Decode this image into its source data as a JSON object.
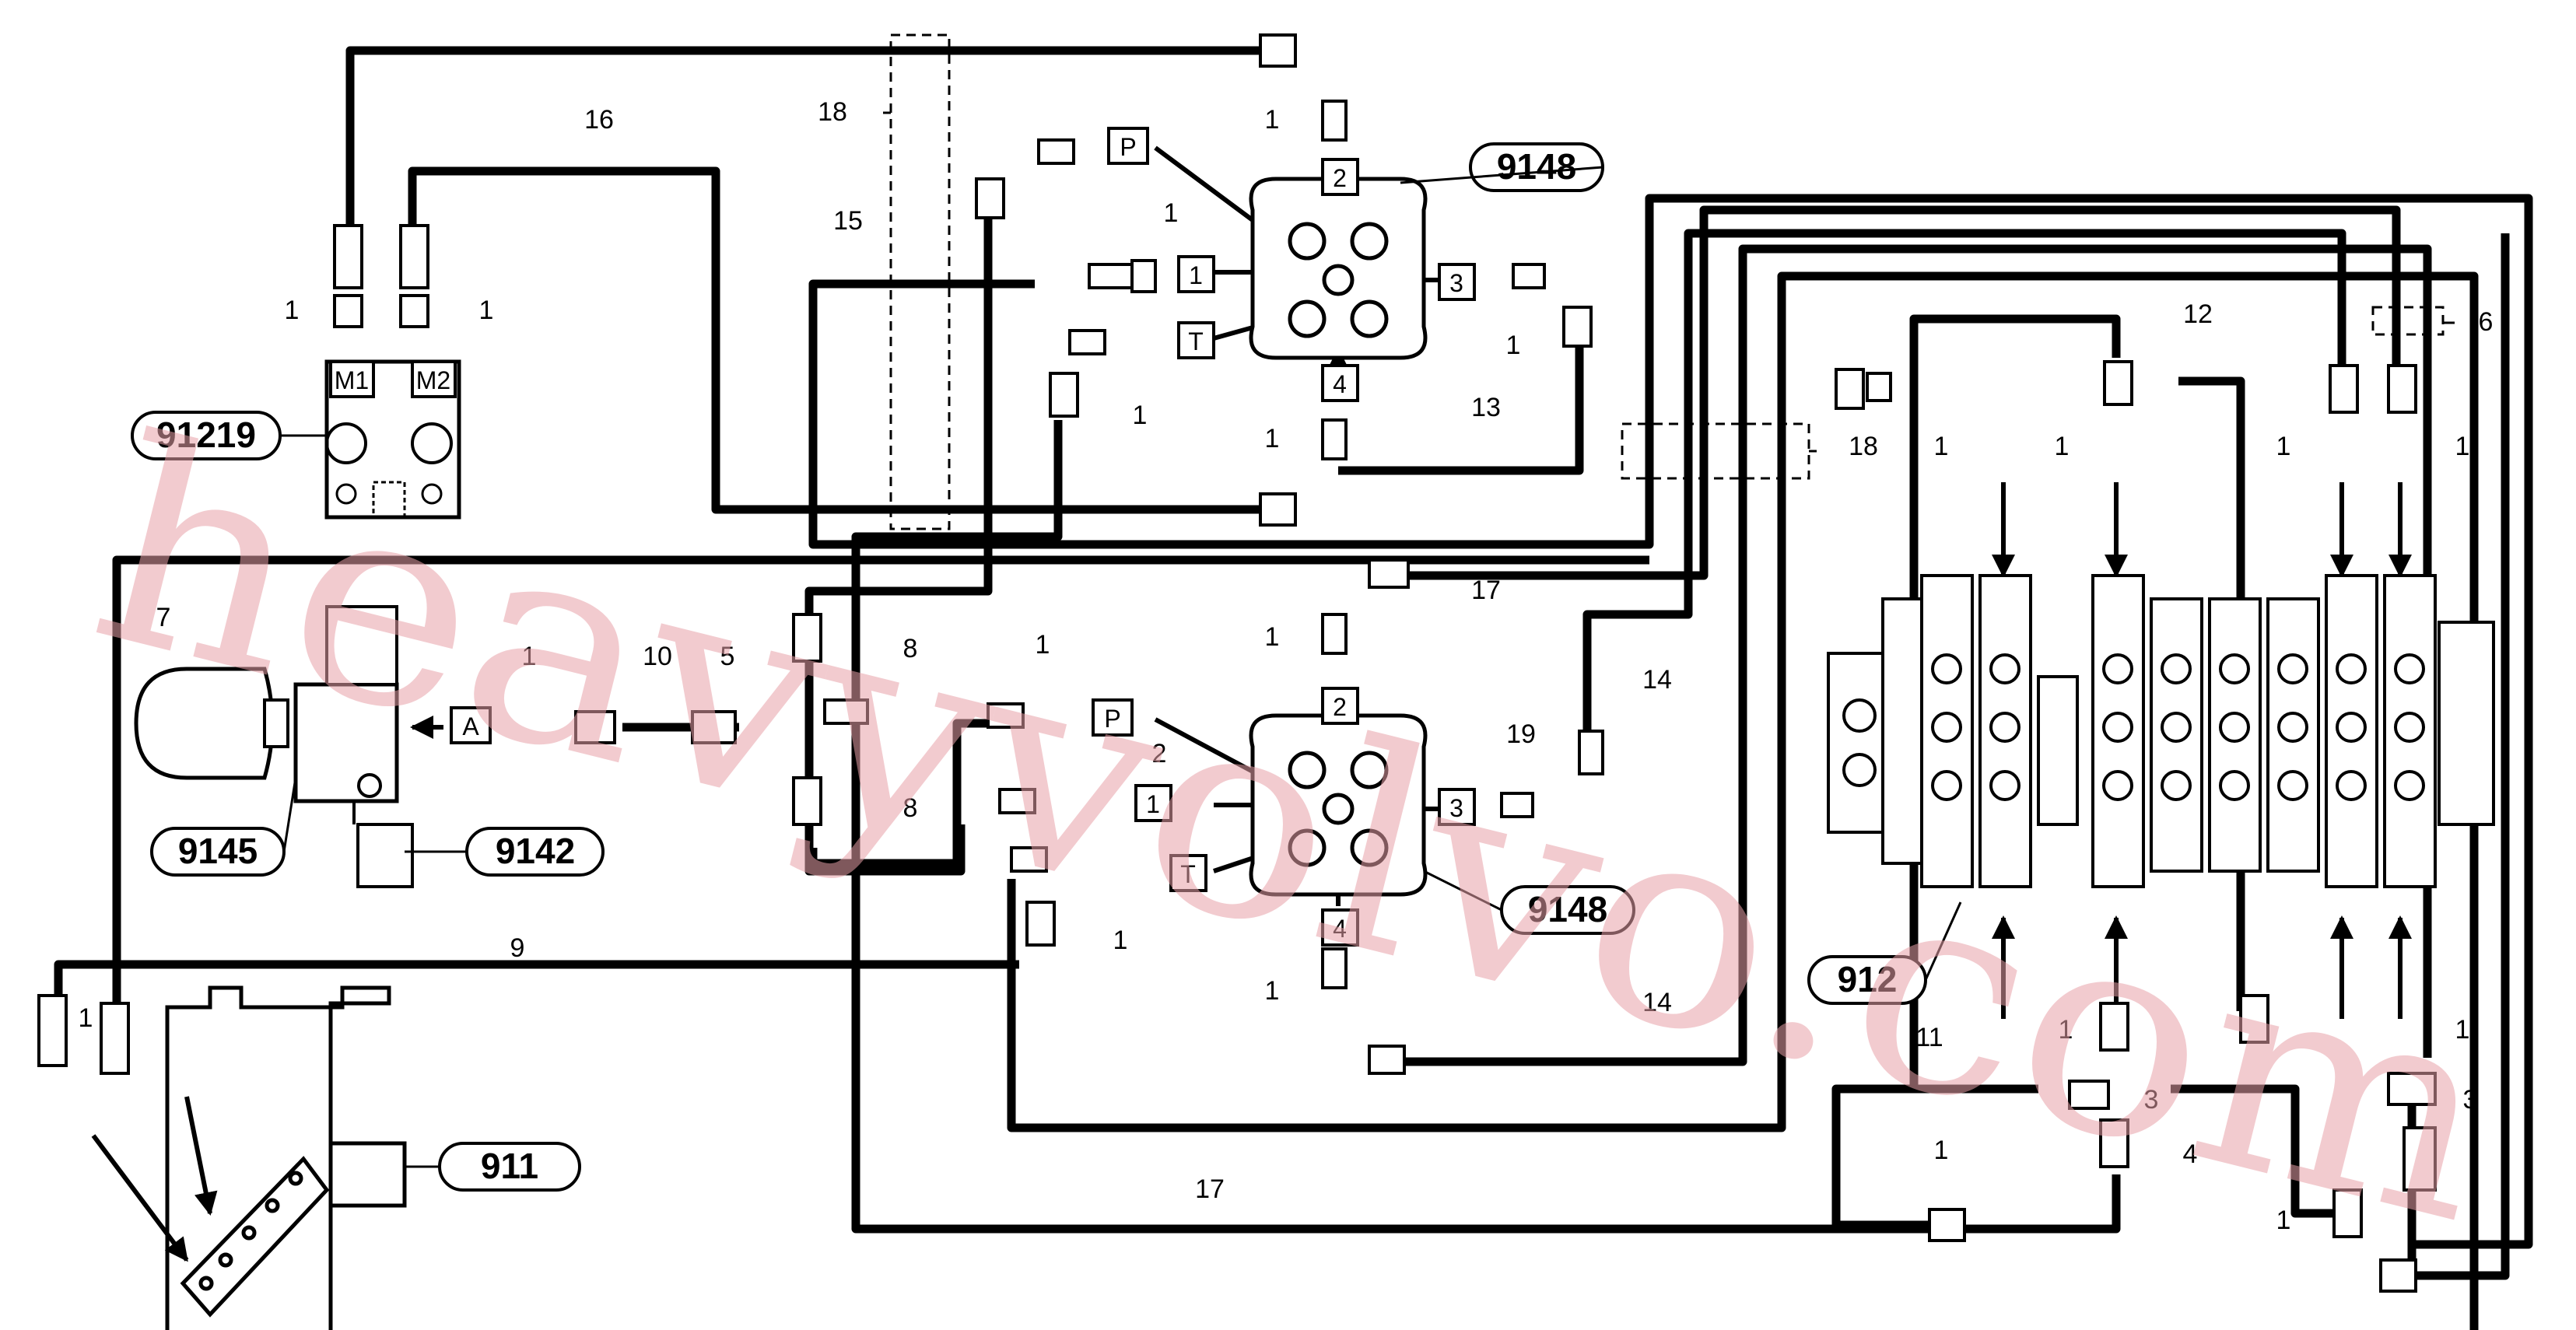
{
  "diagram": {
    "components": {
      "c91219": "91219",
      "c9148_top": "9148",
      "c9148_bottom": "9148",
      "c9145": "9145",
      "c9142": "9142",
      "c911": "911",
      "c912": "912"
    },
    "ports": {
      "m1": "M1",
      "m2": "M2",
      "p_top": "P",
      "t_top": "T",
      "one_top": "1",
      "two_top": "2",
      "three_top": "3",
      "four_top": "4",
      "p_bot": "P",
      "t_bot": "T",
      "one_bot": "1",
      "two_bot": "2",
      "three_bot": "3",
      "four_bot": "4",
      "a": "A"
    },
    "callouts": {
      "n16": "16",
      "n18a": "18",
      "n15": "15",
      "n1_fittings": "1",
      "n13": "13",
      "n18b": "18",
      "n6": "6",
      "n12": "12",
      "n7": "7",
      "n10": "10",
      "n5": "5",
      "n8a": "8",
      "n8b": "8",
      "n17a": "17",
      "n14a": "14",
      "n19": "19",
      "n2": "2",
      "n9": "9",
      "n14b": "14",
      "n11": "11",
      "n3a": "3",
      "n3b": "3",
      "n4": "4",
      "n17b": "17"
    },
    "watermark": "heavyvolvo.com"
  }
}
